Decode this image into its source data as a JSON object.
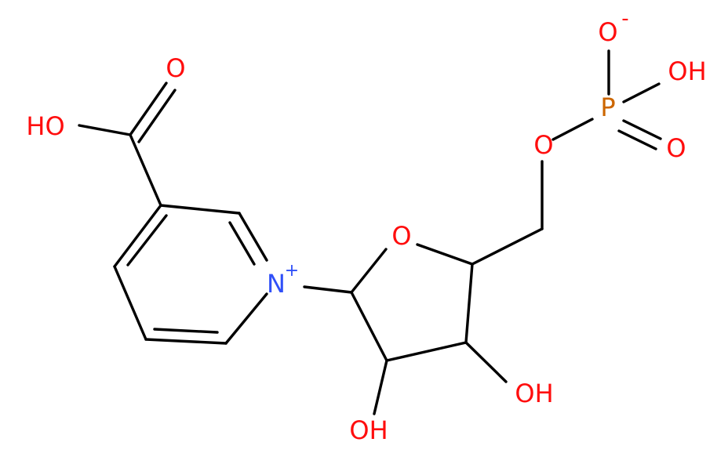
{
  "colors": {
    "bond": "#000000",
    "oxygen": "#ff0d0d",
    "nitrogen": "#3050f8",
    "phosphorus": "#cc6600"
  },
  "molecule": {
    "atoms": {
      "cooh_o_double": "O",
      "cooh_oh": "HO",
      "ring_n": "N",
      "ring_n_charge": "+",
      "ring_o": "O",
      "ho_c2": "OH",
      "ho_c3": "OH",
      "ester_o": "O",
      "phosphorus": "P",
      "p_o_minus": "O",
      "p_o_minus_charge": "-",
      "p_oh": "OH",
      "p_o_double": "O"
    }
  }
}
